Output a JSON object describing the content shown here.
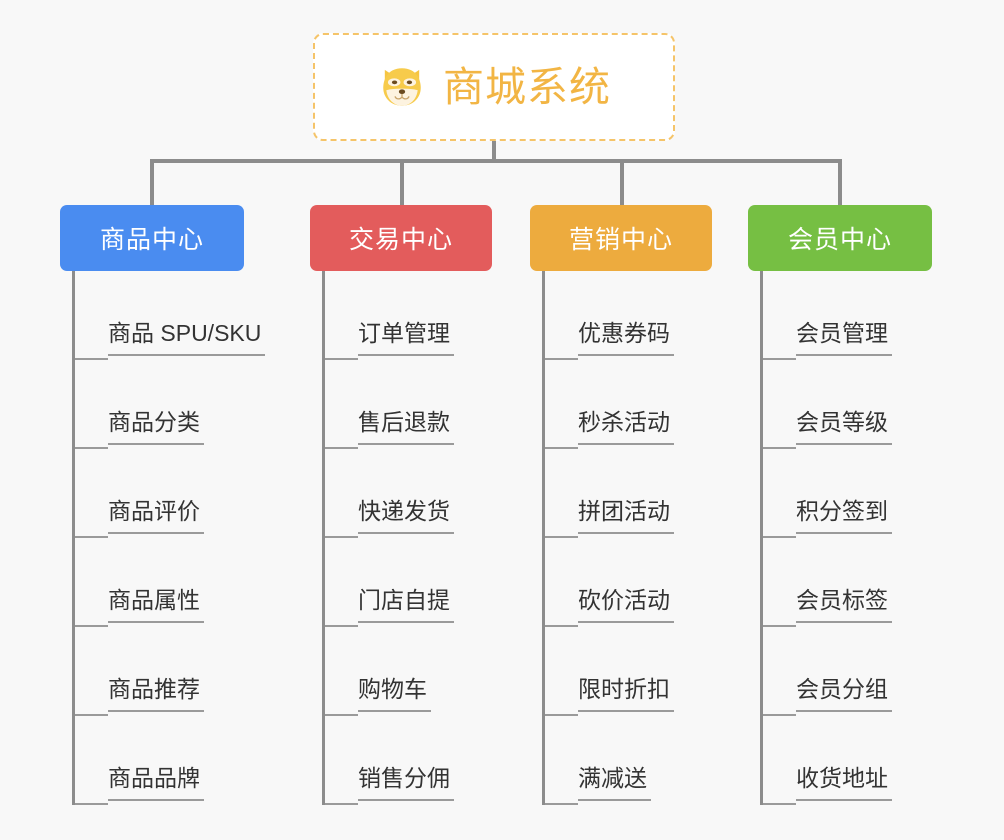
{
  "page": {
    "background_color": "#f8f8f8",
    "diagram_type": "org-chart-tree"
  },
  "root": {
    "title": "商城系统",
    "icon": "shiba-dog-face-icon",
    "text_color": "#f2b544",
    "border_color": "#f5c469",
    "background_color": "#ffffff"
  },
  "connector": {
    "color": "#8c8c8c"
  },
  "branches": [
    {
      "label": "商品中心",
      "color": "#4a8cf0",
      "leaves": [
        "商品 SPU/SKU",
        "商品分类",
        "商品评价",
        "商品属性",
        "商品推荐",
        "商品品牌"
      ]
    },
    {
      "label": "交易中心",
      "color": "#e35c5c",
      "leaves": [
        "订单管理",
        "售后退款",
        "快递发货",
        "门店自提",
        "购物车",
        "销售分佣"
      ]
    },
    {
      "label": "营销中心",
      "color": "#edab3e",
      "leaves": [
        "优惠券码",
        "秒杀活动",
        "拼团活动",
        "砍价活动",
        "限时折扣",
        "满减送"
      ]
    },
    {
      "label": "会员中心",
      "color": "#76bf43",
      "leaves": [
        "会员管理",
        "会员等级",
        "积分签到",
        "会员标签",
        "会员分组",
        "收货地址"
      ]
    }
  ]
}
